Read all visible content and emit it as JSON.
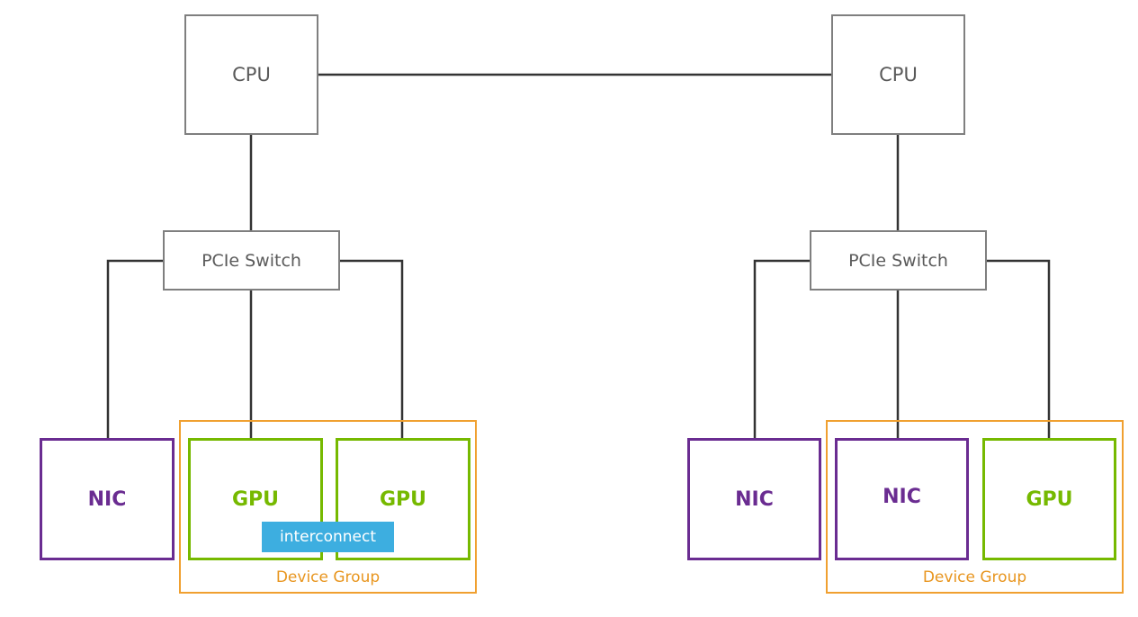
{
  "colors": {
    "wire": "#333333",
    "box_border": "#7f7f7f",
    "nic": "#6a2c91",
    "gpu": "#76b900",
    "device_group": "#f0a030",
    "interconnect": "#3daee0"
  },
  "left": {
    "cpu_label": "CPU",
    "switch_label": "PCIe Switch",
    "nic_label": "NIC",
    "gpu1_label": "GPU",
    "gpu2_label": "GPU",
    "interconnect_label": "interconnect",
    "group_label": "Device Group"
  },
  "right": {
    "cpu_label": "CPU",
    "switch_label": "PCIe Switch",
    "nic1_label": "NIC",
    "nic2_label": "NIC",
    "gpu_label": "GPU",
    "group_label": "Device Group"
  }
}
